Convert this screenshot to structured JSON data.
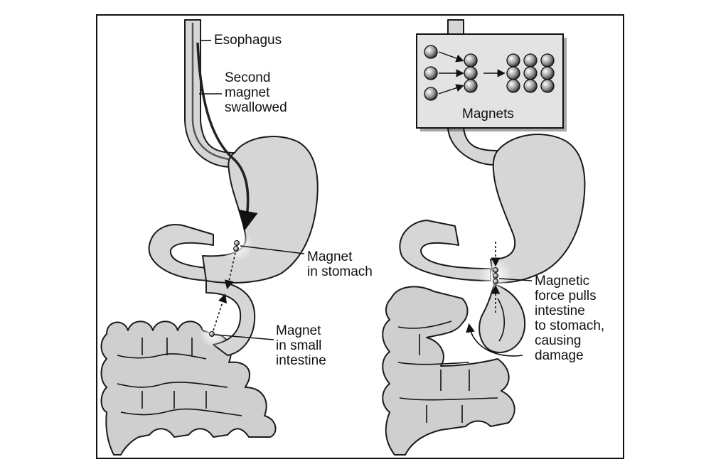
{
  "left_panel": {
    "esophagus_label": "Esophagus",
    "second_magnet_label": "Second\nmagnet\nswallowed",
    "stomach_magnet_label": "Magnet\nin stomach",
    "intestine_magnet_label": "Magnet\nin small\nintestine"
  },
  "right_panel": {
    "inset_title": "Magnets",
    "force_label": "Magnetic\nforce pulls\nintestine\nto stomach,\ncausing\ndamage"
  }
}
